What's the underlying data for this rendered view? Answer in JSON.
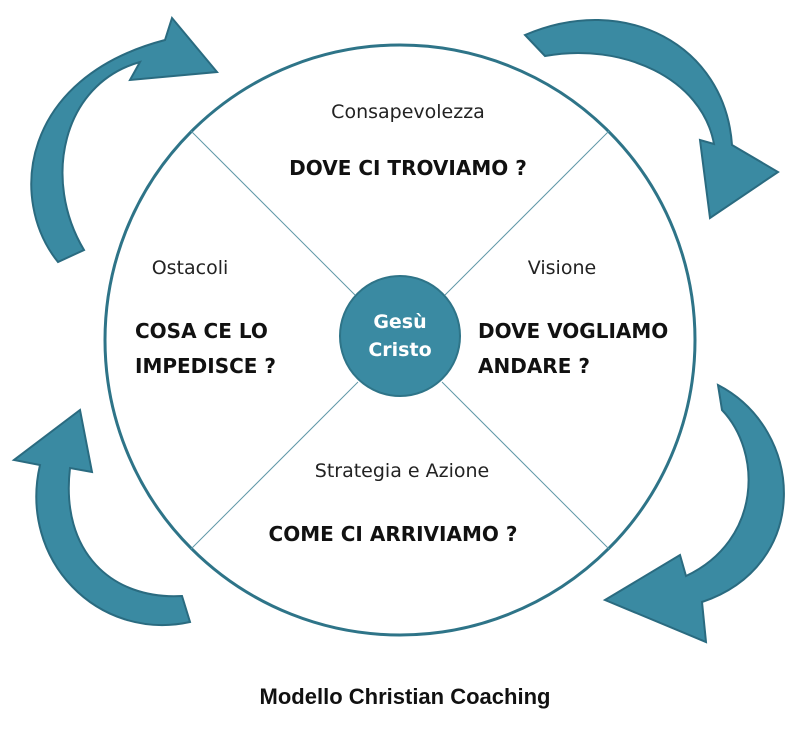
{
  "colors": {
    "teal": "#3a8aa2",
    "teal_dark": "#2e7488",
    "text": "#111111"
  },
  "center": {
    "line1": "Gesù",
    "line2": "Cristo"
  },
  "quadrants": {
    "top": {
      "label": "Consapevolezza",
      "question": "DOVE CI TROVIAMO ?"
    },
    "left": {
      "label": "Ostacoli",
      "question_line1": "COSA CE LO",
      "question_line2": "IMPEDISCE ?"
    },
    "right": {
      "label": "Visione",
      "question_line1": "DOVE VOGLIAMO",
      "question_line2": "ANDARE ?"
    },
    "bottom": {
      "label": "Strategia e Azione",
      "question": "COME CI ARRIVIAMO ?"
    }
  },
  "caption": "Modello Christian Coaching"
}
